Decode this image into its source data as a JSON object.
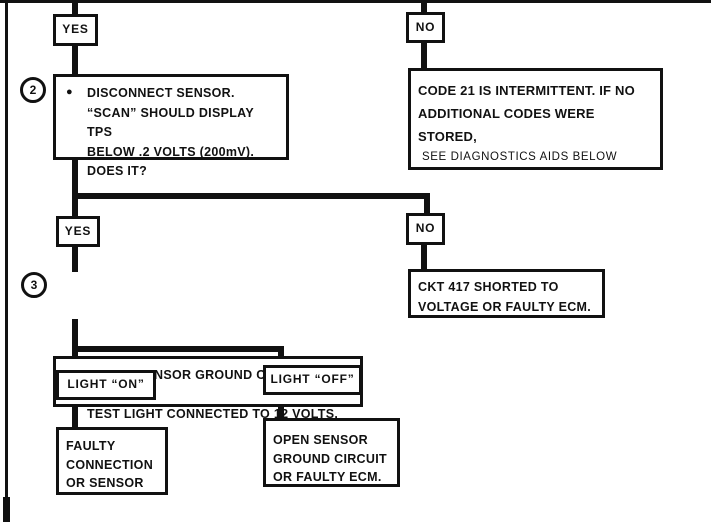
{
  "colors": {
    "ink": "#111111",
    "paper": "#ffffff"
  },
  "icons": {
    "bullet": "●"
  },
  "badges": {
    "step2": "2",
    "step3": "3"
  },
  "nodes": {
    "yes_top": {
      "label": "YES"
    },
    "no_top": {
      "label": "NO"
    },
    "step2": {
      "lines": [
        "DISCONNECT SENSOR.",
        "“SCAN” SHOULD DISPLAY TPS",
        "BELOW .2 VOLTS (200mV).",
        "DOES IT?"
      ]
    },
    "code21": {
      "lines": [
        "CODE 21 IS INTERMITTENT.  IF NO",
        "ADDITIONAL CODES WERE STORED,"
      ],
      "note": "SEE DIAGNOSTICS AIDS BELOW"
    },
    "yes_mid": {
      "label": "YES"
    },
    "no_mid": {
      "label": "NO"
    },
    "step3": {
      "lines": [
        "PROBE SENSOR GROUND CIRCUIT WITH A",
        "TEST LIGHT CONNECTED TO 12 VOLTS."
      ]
    },
    "ckt417": {
      "lines": [
        "CKT 417 SHORTED TO",
        "VOLTAGE OR FAULTY ECM."
      ]
    },
    "light_on": {
      "label": "LIGHT “ON”"
    },
    "light_off": {
      "label": "LIGHT “OFF”"
    },
    "faulty": {
      "lines": [
        "FAULTY",
        "CONNECTION",
        "OR SENSOR"
      ]
    },
    "open_ground": {
      "lines": [
        "OPEN SENSOR",
        "GROUND CIRCUIT",
        "OR FAULTY ECM."
      ]
    }
  }
}
